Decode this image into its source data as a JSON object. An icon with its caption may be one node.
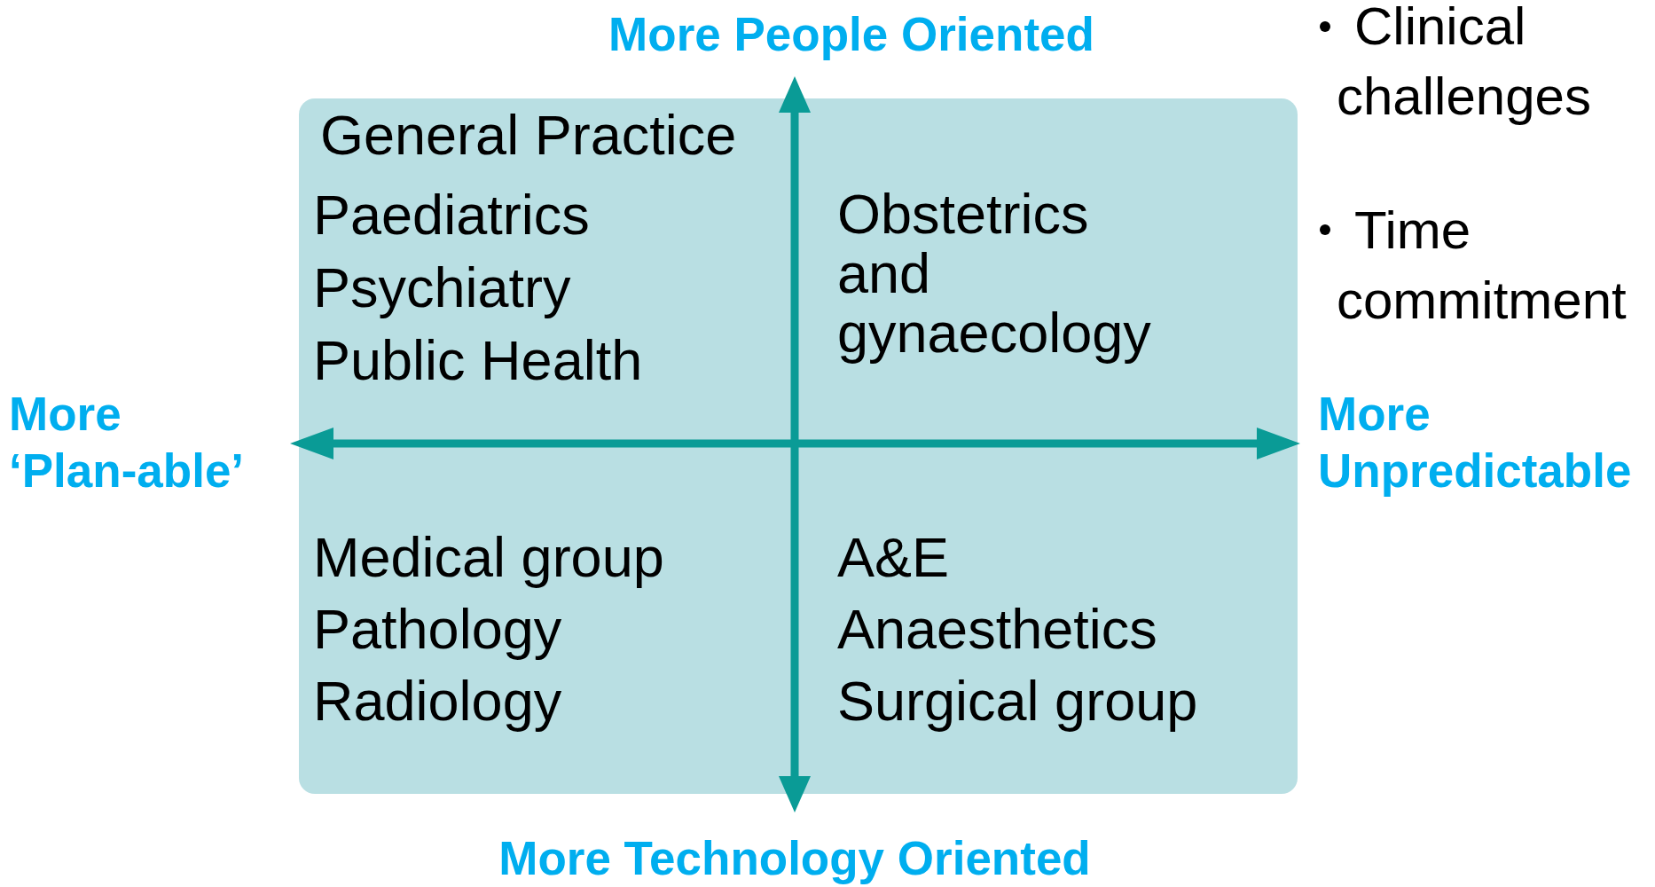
{
  "diagram": {
    "nodes": [
      {
        "text": [
          "General Practice",
          "Paediatrics",
          "Psychiatry",
          "Public Health"
        ]
      },
      {
        "text": [
          "Obstetrics and gynaecology"
        ]
      },
      {
        "text": [
          "Medical group",
          "Pathology",
          "Radiology"
        ]
      },
      {
        "text": [
          "A&E",
          "Anaesthetics",
          "Surgical group"
        ]
      }
    ],
    "labels": [
      "More People Oriented",
      "Clinical challenges",
      "Time commitment",
      "More ‘Plan-able’",
      "More Unpredictable",
      "More Technology Oriented"
    ]
  }
}
